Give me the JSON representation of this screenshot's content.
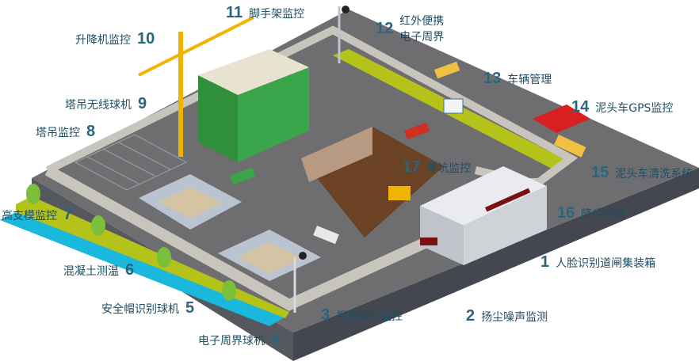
{
  "colors": {
    "ground": "#6e6e70",
    "ground_side": "#44474f",
    "strip_blue": "#1ab8dc",
    "strip_green": "#b4c219",
    "label": "#1f4e62",
    "number": "#2a6580",
    "building": "#3aa54a"
  },
  "labels": [
    {
      "num": "1",
      "text": "人脸识别道闸集装箱"
    },
    {
      "num": "2",
      "text": "扬尘噪声监测"
    },
    {
      "num": "3",
      "text": "视频球机监控"
    },
    {
      "num": "4",
      "text": "电子周界球机"
    },
    {
      "num": "5",
      "text": "安全帽识别球机"
    },
    {
      "num": "6",
      "text": "混凝土测温"
    },
    {
      "num": "7",
      "text": "高支模监控"
    },
    {
      "num": "8",
      "text": "塔吊监控"
    },
    {
      "num": "9",
      "text": "塔吊无线球机"
    },
    {
      "num": "10",
      "text": "升降机监控"
    },
    {
      "num": "11",
      "text": "脚手架监控"
    },
    {
      "num": "12",
      "text": "红外便携",
      "text2": "电子周界"
    },
    {
      "num": "13",
      "text": "车辆管理"
    },
    {
      "num": "14",
      "text": "泥头车GPS监控"
    },
    {
      "num": "15",
      "text": "泥头车清洗系统"
    },
    {
      "num": "16",
      "text": "降尘喷淋"
    },
    {
      "num": "17",
      "text": "基坑监控"
    }
  ]
}
